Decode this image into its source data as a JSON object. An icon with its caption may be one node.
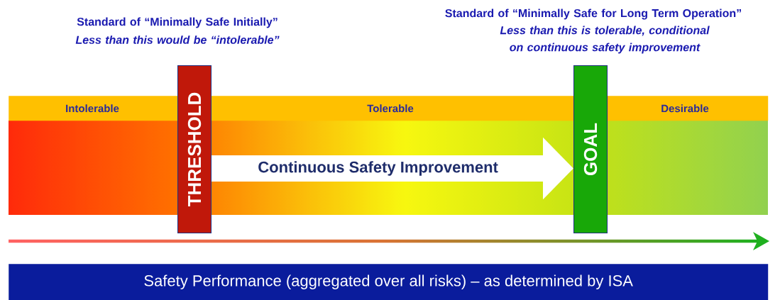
{
  "diagram": {
    "nodes": [
      {
        "text": [
          "Intolerable",
          "Tolerable",
          "Desirable"
        ]
      },
      {
        "text": [
          "THRESHOLD"
        ]
      },
      {
        "text": [
          "GOAL"
        ]
      },
      {
        "text": [
          "Safety Performance (aggregated over all risks) – as determined by ISA"
        ]
      }
    ],
    "edges": [
      {
        "from": 1,
        "to": 2,
        "arrow": "to",
        "label": "Continuous Safety Improvement"
      }
    ],
    "labels": [
      "Standard of “Minimally Safe Initially”",
      "Less than this would be “intolerable”",
      "Standard of “Minimally Safe for Long Term Operation”",
      "Less than this is tolerable, conditional on continuous safety improvement"
    ]
  }
}
